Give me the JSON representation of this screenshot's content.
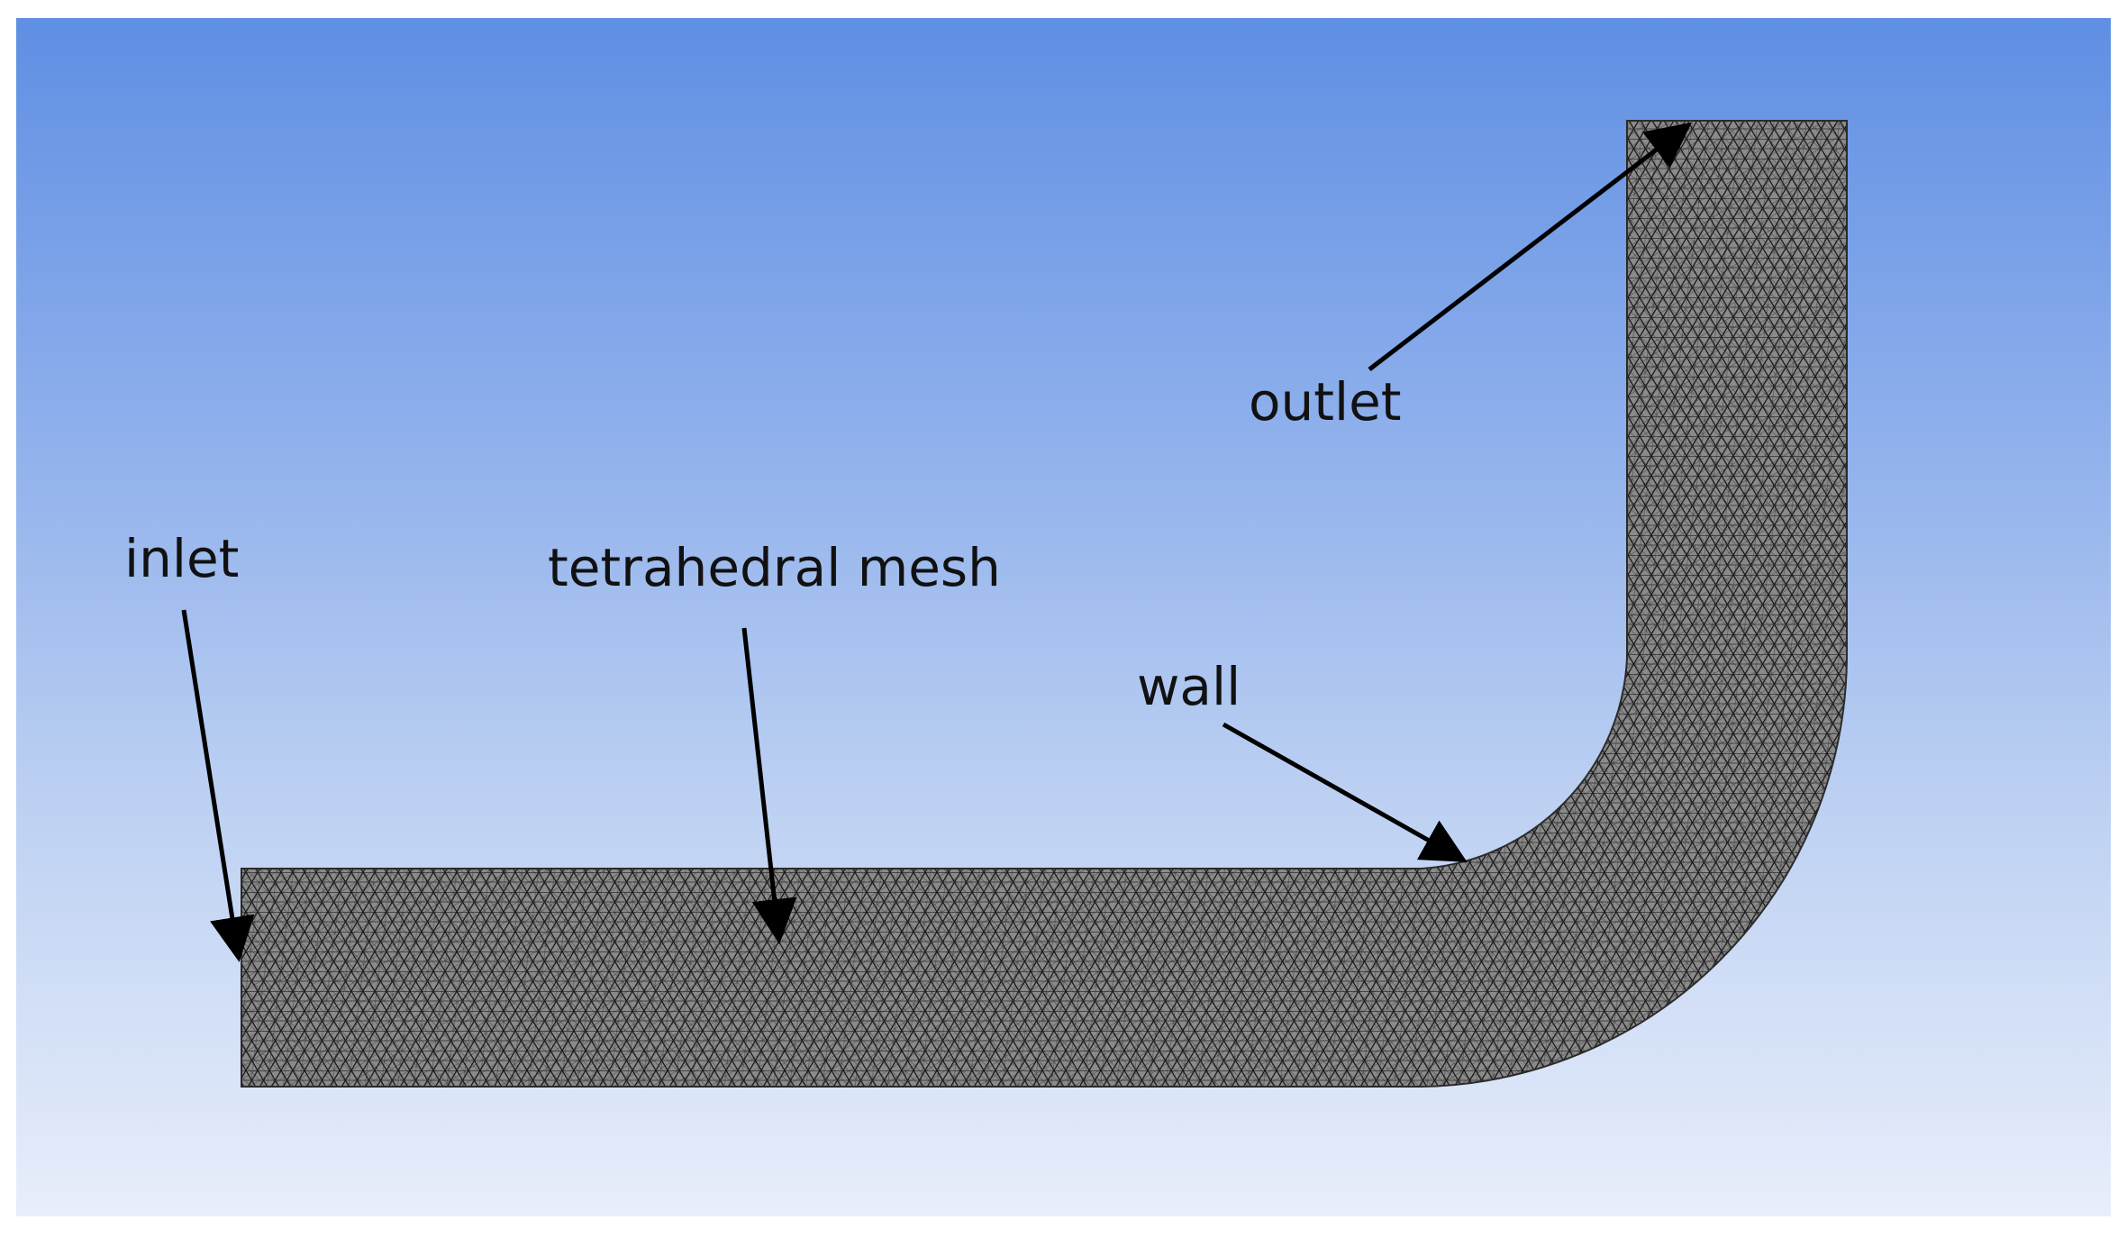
{
  "labels": {
    "inlet": "inlet",
    "mesh": "tetrahedral mesh",
    "wall": "wall",
    "outlet": "outlet"
  },
  "colors": {
    "background_top": "#5f8fe3",
    "background_bottom": "#e8eefb",
    "mesh_fill": "#8a8a8a",
    "mesh_lines": "#1a1a1a",
    "arrow": "#000000"
  }
}
